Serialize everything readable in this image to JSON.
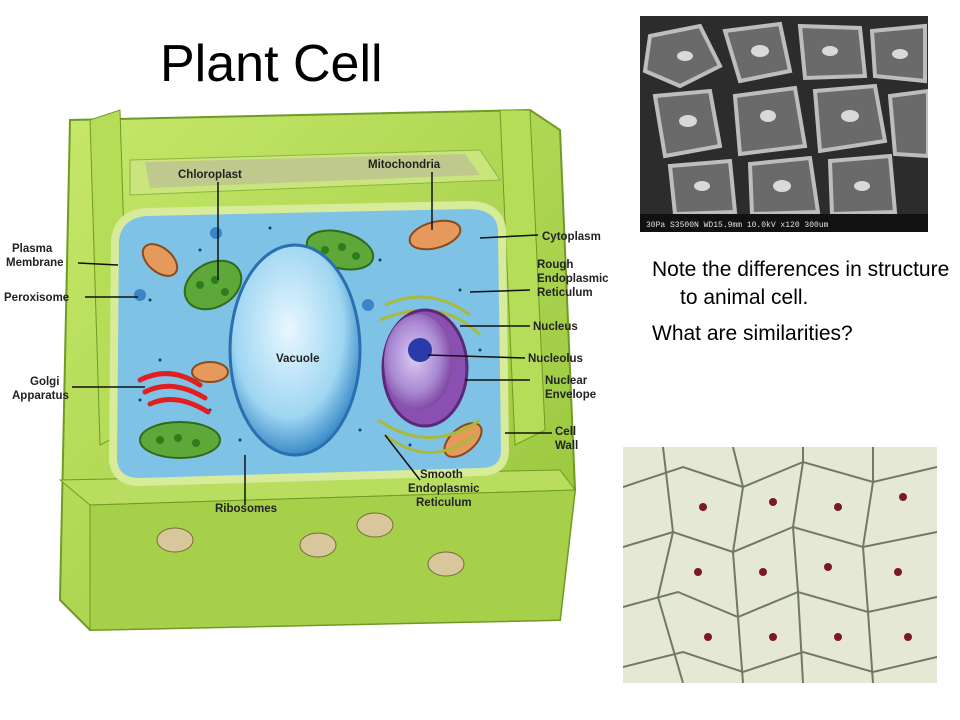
{
  "slide": {
    "title": "Plant Cell",
    "notes": [
      "Note the differences in structure to animal cell.",
      "What are similarities?"
    ]
  },
  "diagram": {
    "labels": {
      "chloroplast": "Chloroplast",
      "mitochondria": "Mitochondria",
      "plasma_membrane_1": "Plasma",
      "plasma_membrane_2": "Membrane",
      "cytoplasm": "Cytoplasm",
      "rough_er_1": "Rough",
      "rough_er_2": "Endoplasmic",
      "rough_er_3": "Reticulum",
      "peroxisome": "Peroxisome",
      "nucleus": "Nucleus",
      "vacuole": "Vacuole",
      "nucleolus": "Nucleolus",
      "golgi_1": "Golgi",
      "golgi_2": "Apparatus",
      "nuclear_envelope_1": "Nuclear",
      "nuclear_envelope_2": "Envelope",
      "cell_wall_1": "Cell",
      "cell_wall_2": "Wall",
      "ribosomes": "Ribosomes",
      "smooth_er_1": "Smooth",
      "smooth_er_2": "Endoplasmic",
      "smooth_er_3": "Reticulum"
    }
  },
  "sem_image": {
    "caption": "30Pa  S3500N WD15.9mm 10.0kV x120  300um"
  },
  "colors": {
    "cell_wall": "#a8d24a",
    "cytoplasm": "#7ec3e6",
    "vacuole": "#9fd6f2",
    "chloroplast": "#5da838",
    "golgi": "#e02020",
    "nucleus": "#8a4fb0"
  }
}
